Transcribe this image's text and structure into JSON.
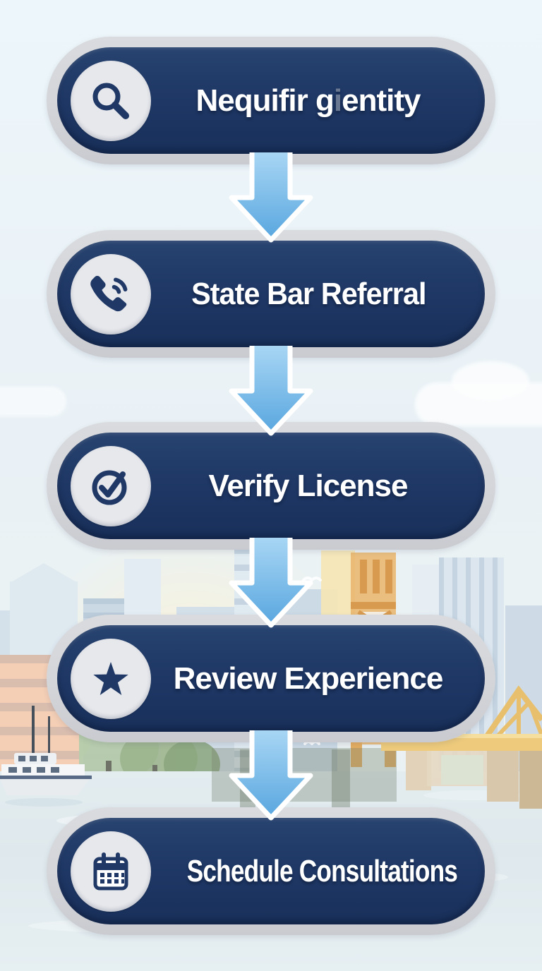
{
  "flow": {
    "connector_icon": "down-arrow-icon",
    "steps": [
      {
        "id": 1,
        "icon": "search-icon",
        "label": "Nequifir gientity",
        "label_parts": {
          "pre": "Nequifir g",
          "dim": "i",
          "post": "entity"
        }
      },
      {
        "id": 2,
        "icon": "phone-icon",
        "label": "State Bar Referral"
      },
      {
        "id": 3,
        "icon": "check-circle-icon",
        "label": "Verify License"
      },
      {
        "id": 4,
        "icon": "star-icon",
        "label": "Review Experience"
      },
      {
        "id": 5,
        "icon": "calendar-icon",
        "label": "Schedule Consultations"
      }
    ]
  },
  "colors": {
    "pill_fill": "#1f3866",
    "pill_ring": "#d3d5d9",
    "icon_circle": "#e6e8ec",
    "icon_glyph": "#1f3866",
    "label_text": "#ffffff",
    "dim_letter": "#6b7892",
    "arrow_top": "#a8d6f4",
    "arrow_bottom": "#58a6df",
    "arrow_outline": "#ffffff",
    "sky": "#ecf5f9",
    "water": "#dfe9ed",
    "building_blue": "#d8e3ed",
    "bridge_orange": "#e8b66e",
    "truss_yellow": "#e8c06d",
    "tree_green": "#aec7a2",
    "waterfront_building_salmon": "#f4cfb6",
    "boat_white": "#f2f4f6"
  },
  "background_scene": {
    "elements": [
      "sky",
      "clouds",
      "city-skyline",
      "bridge-tower",
      "truss-bridge",
      "waterfront-building",
      "trees",
      "river-water",
      "boat",
      "waves"
    ]
  }
}
